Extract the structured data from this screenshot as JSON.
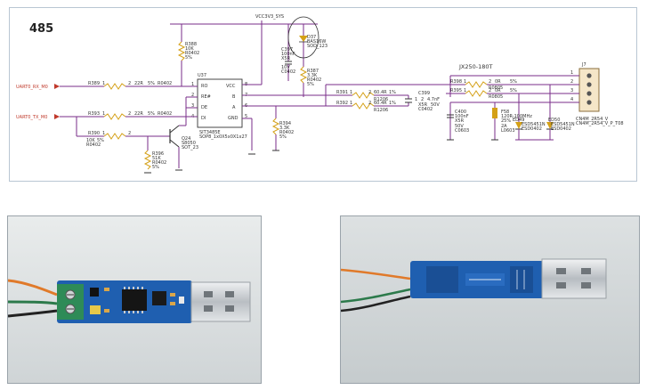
{
  "schematic": {
    "title": "485",
    "net_labels": {
      "vcc": "VCC3V3_SYS",
      "rx": "UART0_RX_M0",
      "tx": "UART0_TX_M0",
      "ic_part": "JX250-180T"
    },
    "chip": {
      "ref": "U37",
      "pins_left": [
        "RO",
        "RE#",
        "DE",
        "DI"
      ],
      "pins_right": [
        "VCC",
        "B",
        "A",
        "GND"
      ],
      "pin_nums_left": [
        "1",
        "2",
        "3",
        "4"
      ],
      "pin_nums_right": [
        "8",
        "7",
        "6",
        "5"
      ],
      "part": "SIT3485E",
      "package": "SOP8_1x0X5x0X1x27"
    },
    "resistors": [
      {
        "ref": "R389",
        "pin1": "1",
        "pin2": "2",
        "value": "22R",
        "tol": "5%",
        "pkg": "R0402"
      },
      {
        "ref": "R393",
        "pin1": "1",
        "pin2": "2",
        "value": "22R",
        "tol": "5%",
        "pkg": "R0402"
      },
      {
        "ref": "R390",
        "pin1": "1",
        "pin2": "2",
        "value": "10K",
        "tol": "5%",
        "pkg": "R0402"
      },
      {
        "ref": "R388",
        "value": "10K",
        "pkg": "R0402",
        "tol": "5%"
      },
      {
        "ref": "R396",
        "value": "51K",
        "pkg": "R0402",
        "tol": "5%"
      },
      {
        "ref": "R387",
        "value": "3.3K",
        "pkg": "R0402",
        "tol": "5%"
      },
      {
        "ref": "R394",
        "value": "3.3K",
        "pkg": "R0402",
        "tol": "5%"
      },
      {
        "ref": "R391",
        "pin1": "1",
        "pin2": "2",
        "value": "60.4R",
        "tol": "1%",
        "pkg": "R1206"
      },
      {
        "ref": "R392",
        "pin1": "1",
        "pin2": "2",
        "value": "60.4R",
        "tol": "1%",
        "pkg": "R1206"
      },
      {
        "ref": "R398",
        "pin1": "1",
        "pin2": "2",
        "value": "0R",
        "tol": "5%",
        "pkg": "R0805"
      },
      {
        "ref": "R395",
        "pin1": "1",
        "pin2": "2",
        "value": "0R",
        "tol": "5%",
        "pkg": "R0805"
      }
    ],
    "transistor": {
      "ref": "Q24",
      "part": "S8050",
      "pkg": "SOT_23"
    },
    "diode": {
      "ref": "D37",
      "part": "BAS16W",
      "pkg": "SOD_123"
    },
    "capacitors": [
      {
        "ref": "C397",
        "value": "100nF",
        "dielectric": "X5R",
        "voltage": "10V",
        "pkg": "C0402"
      },
      {
        "ref": "C399",
        "pin1": "1",
        "pin2": "2",
        "value": "4.7nF",
        "dielectric": "X5R",
        "voltage": "50V",
        "pkg": "C0402"
      },
      {
        "ref": "C400",
        "value": "100nF",
        "dielectric": "X5R",
        "voltage": "50V",
        "pkg": "C0603"
      }
    ],
    "inductor": {
      "ref": "F58",
      "value": "120R-100MHz",
      "tol": "25%",
      "current": "2A",
      "pkg": "L0603"
    },
    "esd": [
      {
        "ref": "ED49",
        "part": "ESD5451N",
        "pkg": "ESD0402"
      },
      {
        "ref": "ED50",
        "part": "ESD5451N",
        "pkg": "ESD0402"
      }
    ],
    "connector": {
      "ref": "J7",
      "pins": [
        "1",
        "2",
        "3",
        "4"
      ],
      "part": "CN4M_2R54_V",
      "pkg": "CN4M_2R54_V_P_T08"
    }
  },
  "photos": {
    "left": {
      "board_text": ""
    },
    "right": {
      "board_text": ""
    }
  },
  "colors": {
    "wire_purple": "#7a2e8a",
    "wire_dark": "#3d3d3d",
    "net_red": "#c0392b",
    "pcb_blue": "#1f5fb0",
    "terminal_green": "#2e8b57",
    "usb_metal": "#c9cdd1"
  }
}
